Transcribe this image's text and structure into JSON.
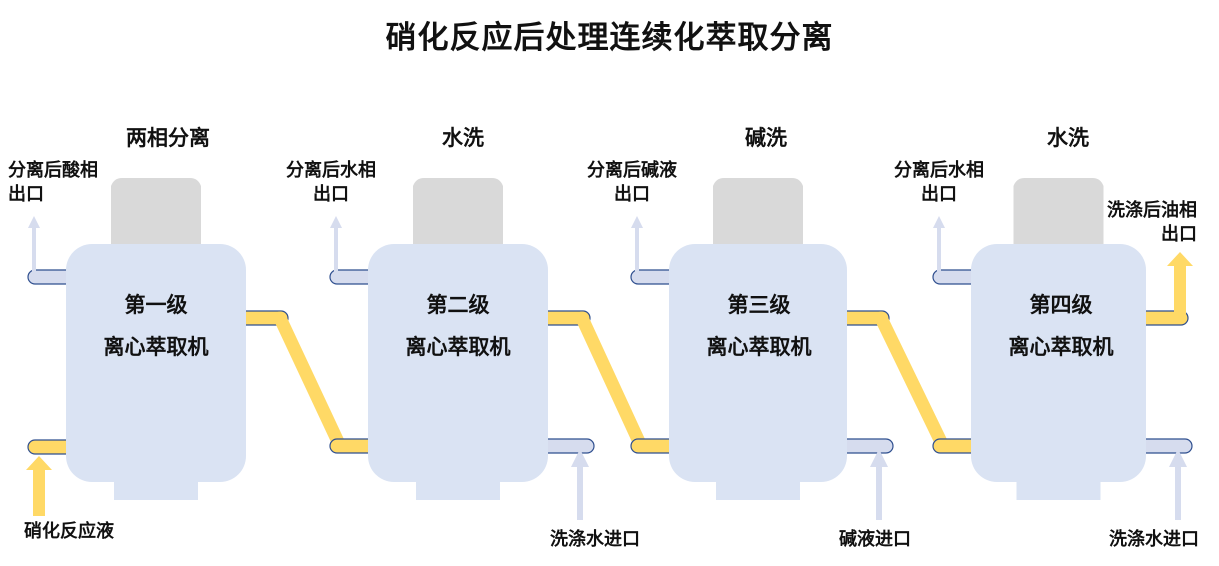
{
  "title": "硝化反应后处理连续化萃取分离",
  "colors": {
    "body_fill": "#dae3f3",
    "motor_fill": "#d9d9d9",
    "organic_pipe": "#ffd966",
    "organic_border": "#2f4f8f",
    "aqueous_arrow": "#d6dcee"
  },
  "stages": [
    {
      "label": "两相分离",
      "unit_line1": "第一级",
      "unit_line2": "离心萃取机",
      "outlet_label": "分离后酸相\n出口",
      "inlet_label": "硝化反应液"
    },
    {
      "label": "水洗",
      "unit_line1": "第二级",
      "unit_line2": "离心萃取机",
      "outlet_label": "分离后水相\n出口",
      "inlet_label": "洗涤水进口"
    },
    {
      "label": "碱洗",
      "unit_line1": "第三级",
      "unit_line2": "离心萃取机",
      "outlet_label": "分离后碱液\n出口",
      "inlet_label": "碱液进口"
    },
    {
      "label": "水洗",
      "unit_line1": "第四级",
      "unit_line2": "离心萃取机",
      "outlet_label": "分离后水相\n出口",
      "inlet_label": "洗涤水进口"
    }
  ],
  "final_outlet_label": "洗涤后油相\n出口"
}
